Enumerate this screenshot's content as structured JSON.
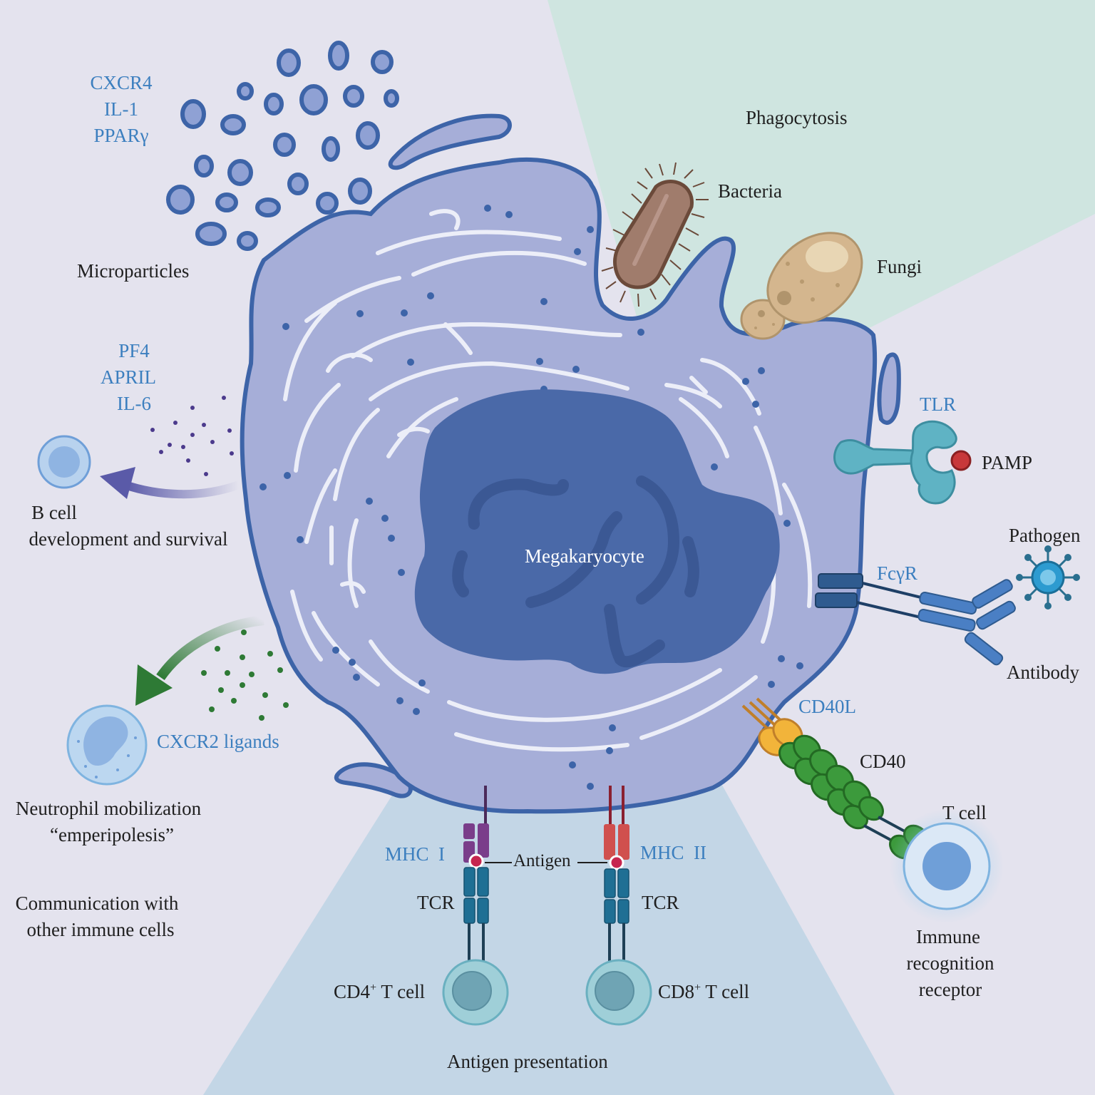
{
  "colors": {
    "background": "#e4e3ee",
    "phagocytosis_region": "#cfe5e0",
    "antigen_region": "#c3d6e6",
    "cell_body": "#a6aed8",
    "cell_outline": "#3d64a8",
    "nucleus": "#4a69a8",
    "label_blue": "#3c7fbf",
    "label_black": "#1f1f1f"
  },
  "labels": {
    "cxcr4": "CXCR4",
    "il1": "IL-1",
    "ppar": "PPARγ",
    "microparticles": "Microparticles",
    "phagocytosis": "Phagocytosis",
    "bacteria": "Bacteria",
    "fungi": "Fungi",
    "pf4": "PF4",
    "april": "APRIL",
    "il6": "IL-6",
    "b_cell_1": "B cell",
    "b_cell_2": "development and survival",
    "tlr": "TLR",
    "pamp": "PAMP",
    "pathogen": "Pathogen",
    "fcgr": "FcγR",
    "antibody": "Antibody",
    "megakaryocyte": "Megakaryocyte",
    "cd40l": "CD40L",
    "cd40": "CD40",
    "t_cell": "T cell",
    "cxcr2": "CXCR2 ligands",
    "neutrophil_1": "Neutrophil mobilization",
    "neutrophil_2": "“emperipolesis”",
    "communication_1": "Communication with",
    "communication_2": "other immune cells",
    "mhc1": "MHC  I",
    "mhc2": "MHC  II",
    "antigen": "Antigen",
    "tcr_left": "TCR",
    "tcr_right": "TCR",
    "cd4_main": "CD4",
    "cd4_sup": "+",
    "cd4_rest": " T cell",
    "cd8_main": "CD8",
    "cd8_sup": "+",
    "cd8_rest": " T cell",
    "immune_1": "Immune",
    "immune_2": "recognition",
    "immune_3": "receptor",
    "antigen_presentation": "Antigen presentation"
  }
}
